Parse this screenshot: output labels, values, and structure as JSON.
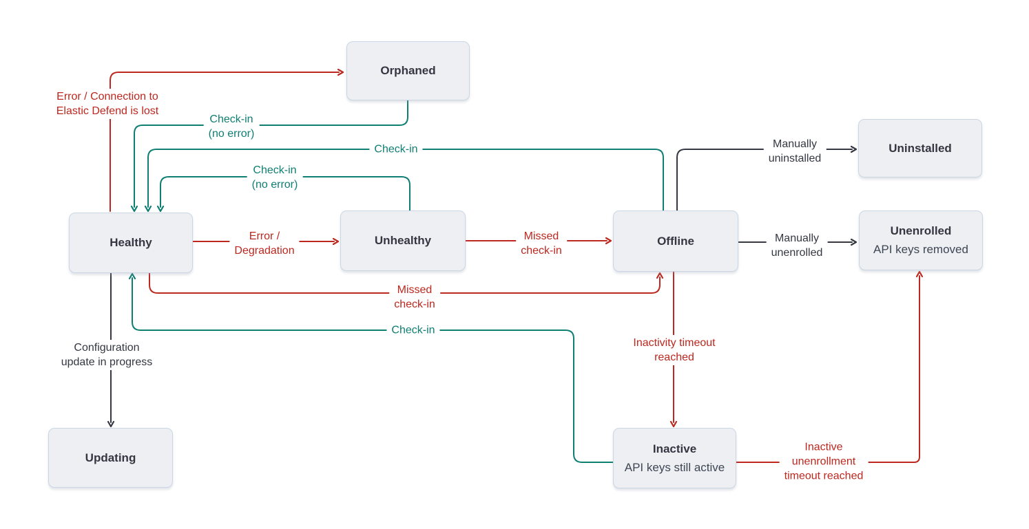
{
  "colors": {
    "error": "#BD271E",
    "success": "#0E7E72",
    "neutral": "#343741",
    "node-fill": "#EDEFF2",
    "node-border": "#CBD6E5",
    "node-title": "#343741",
    "node-subtitle": "#3E4654",
    "canvas-bg": "#FFFFFF"
  },
  "nodes": {
    "orphaned": {
      "title": "Orphaned"
    },
    "healthy": {
      "title": "Healthy"
    },
    "unhealthy": {
      "title": "Unhealthy"
    },
    "offline": {
      "title": "Offline"
    },
    "uninstalled": {
      "title": "Uninstalled"
    },
    "unenrolled": {
      "title": "Unenrolled",
      "subtitle": "API keys removed"
    },
    "updating": {
      "title": "Updating"
    },
    "inactive": {
      "title": "Inactive",
      "subtitle": "API keys still active"
    }
  },
  "edges": {
    "error_connection": {
      "from": "Healthy",
      "to": "Orphaned",
      "color": "error",
      "lines": [
        "Error / Connection to",
        "Elastic Defend is lost"
      ]
    },
    "checkin_no_error_orphaned": {
      "from": "Orphaned",
      "to": "Healthy",
      "color": "success",
      "lines": [
        "Check-in",
        "(no error)"
      ]
    },
    "checkin_offline": {
      "from": "Offline",
      "to": "Healthy",
      "color": "success",
      "lines": [
        "Check-in"
      ]
    },
    "checkin_no_error_unhealthy": {
      "from": "Unhealthy",
      "to": "Healthy",
      "color": "success",
      "lines": [
        "Check-in",
        "(no error)"
      ]
    },
    "error_degradation": {
      "from": "Healthy",
      "to": "Unhealthy",
      "color": "error",
      "lines": [
        "Error /",
        "Degradation"
      ]
    },
    "missed_checkin_unhealthy": {
      "from": "Unhealthy",
      "to": "Offline",
      "color": "error",
      "lines": [
        "Missed",
        "check-in"
      ]
    },
    "manually_uninstalled": {
      "from": "Offline",
      "to": "Uninstalled",
      "color": "neutral",
      "lines": [
        "Manually",
        "uninstalled"
      ]
    },
    "manually_unenrolled": {
      "from": "Offline",
      "to": "Unenrolled",
      "color": "neutral",
      "lines": [
        "Manually",
        "unenrolled"
      ]
    },
    "missed_checkin_healthy": {
      "from": "Healthy",
      "to": "Offline",
      "color": "error",
      "lines": [
        "Missed",
        "check-in"
      ]
    },
    "checkin_inactive": {
      "from": "Inactive",
      "to": "Healthy",
      "color": "success",
      "lines": [
        "Check-in"
      ]
    },
    "configuration_update": {
      "from": "Healthy",
      "to": "Updating",
      "color": "neutral",
      "lines": [
        "Configuration",
        "update in progress"
      ]
    },
    "inactivity_timeout": {
      "from": "Offline",
      "to": "Inactive",
      "color": "error",
      "lines": [
        "Inactivity timeout",
        "reached"
      ]
    },
    "inactive_unenrollment_timeout": {
      "from": "Inactive",
      "to": "Unenrolled",
      "color": "error",
      "lines": [
        "Inactive",
        "unenrollment",
        "timeout reached"
      ]
    }
  }
}
